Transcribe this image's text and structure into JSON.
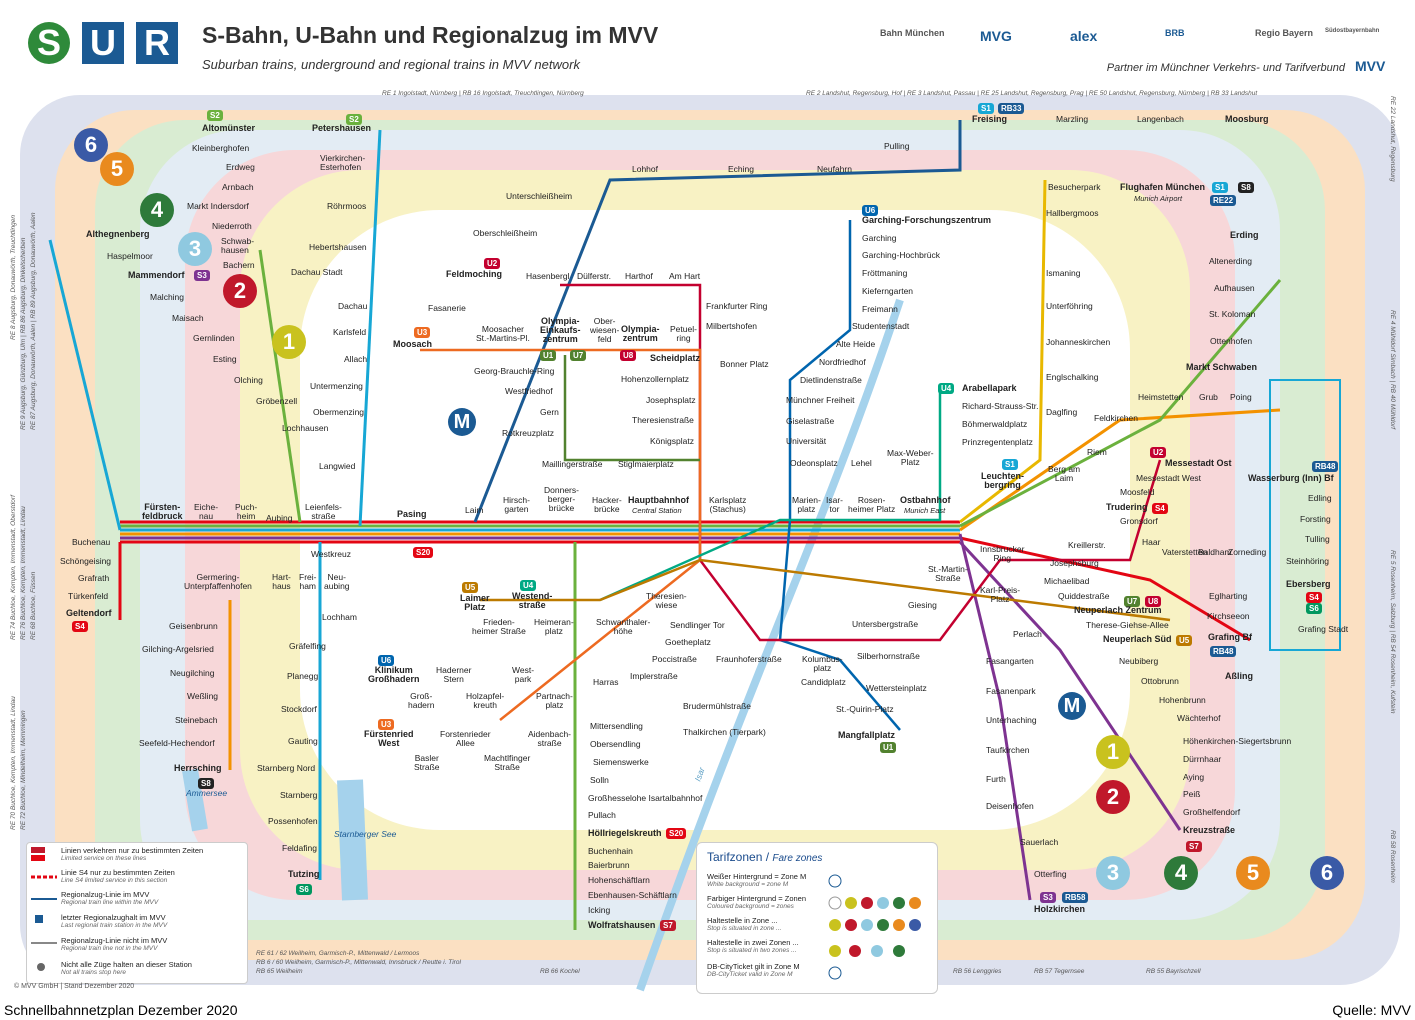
{
  "header": {
    "logo_s": "S",
    "logo_u": "U",
    "logo_r": "R",
    "title": "S-Bahn, U-Bahn und Regionalzug im MVV",
    "subtitle": "Suburban trains, underground and regional trains in MVV network",
    "partner_text": "Partner im Münchner Verkehrs- und Tarifverbund",
    "partners": [
      "Bahn München",
      "MVG",
      "alex",
      "BRB",
      "Regio Bayern",
      "Südostbayernbahn",
      "MVV"
    ],
    "brand_colors": {
      "sbahn": "#2e8a3a",
      "ubahn": "#1b5a93",
      "regio": "#1b5a93"
    }
  },
  "rail_labels": {
    "top_left": "RE 1 Ingolstadt, Nürnberg | RB 16 Ingolstadt, Treuchtlingen, Nürnberg",
    "top_right": "RE 2 Landshut, Regensburg, Hof | RE 3 Landshut, Passau | RE 25 Landshut, Regensburg, Prag | RE 50 Landshut, Regensburg, Nürnberg | RB 33 Landshut",
    "right_1": "RE 22 Landshut, Regensburg",
    "right_2": "RE 4 Mühldorf Simbach | RB 40 Mühldorf",
    "right_3": "RE 5 Rosenheim, Salzburg | RB 54 Rosenheim, Kufstein",
    "right_4": "RB 58 Rosenheim",
    "left_1": "RE 8 Augsburg, Donauwörth, Treuchtlingen",
    "left_2": "RE 9 Augsburg, Günzburg, Ulm | RB 86 Augsburg, Dinkelscherben",
    "left_3": "RE 87 Augsburg, Donauwörth, Aalen | RB 89 Augsburg, Donauwörth, Aalen",
    "left_4": "RE 74 Buchloe, Kempten, Immenstadt, Oberstdorf",
    "left_5": "RE 76 Buchloe, Kempten, Immenstadt, Lindau",
    "left_6": "RE 68 Buchloe, Füssen",
    "left_7": "RE 70 Buchloe, Kempten, Immenstadt, Lindau",
    "left_8": "RE 72 Buchloe, Mindelheim, Memmingen",
    "bottom_1": "RE 61 / 62 Weilheim, Garmisch-P., Mittenwald / Lermoos",
    "bottom_2": "RB 6 / 60 Weilheim, Garmisch-P., Mittenwald, Innsbruck / Reutte i. Tirol",
    "bottom_3": "RB 65 Weilheim",
    "bottom_4": "RB 66 Kochel",
    "bottom_5": "RB 56 Lenggries",
    "bottom_6": "RB 57 Tegernsee",
    "bottom_7": "RB 55 Bayrischzell"
  },
  "zones": [
    "1",
    "2",
    "3",
    "4",
    "5",
    "6"
  ],
  "stations": [
    {
      "name": "Altomünster",
      "bold": true
    },
    {
      "name": "Kleinberghofen"
    },
    {
      "name": "Erdweg"
    },
    {
      "name": "Arnbach"
    },
    {
      "name": "Markt Indersdorf"
    },
    {
      "name": "Niederroth"
    },
    {
      "name": "Schwab-\nhausen"
    },
    {
      "name": "Bachern"
    },
    {
      "name": "Petershausen",
      "bold": true
    },
    {
      "name": "Vierkirchen-\nEsterhofen"
    },
    {
      "name": "Röhrmoos"
    },
    {
      "name": "Hebertshausen"
    },
    {
      "name": "Dachau Stadt"
    },
    {
      "name": "Dachau"
    },
    {
      "name": "Karlsfeld"
    },
    {
      "name": "Allach"
    },
    {
      "name": "Untermenzing"
    },
    {
      "name": "Obermenzing"
    },
    {
      "name": "Althegnenberg",
      "bold": true
    },
    {
      "name": "Haspelmoor"
    },
    {
      "name": "Mammendorf",
      "bold": true
    },
    {
      "name": "Malching"
    },
    {
      "name": "Maisach"
    },
    {
      "name": "Gernlinden"
    },
    {
      "name": "Esting"
    },
    {
      "name": "Olching"
    },
    {
      "name": "Gröbenzell"
    },
    {
      "name": "Lochhausen"
    },
    {
      "name": "Langwied"
    },
    {
      "name": "Unterschleißheim"
    },
    {
      "name": "Oberschleißheim"
    },
    {
      "name": "Feldmoching",
      "bold": true
    },
    {
      "name": "Fasanerie"
    },
    {
      "name": "Moosach",
      "bold": true
    },
    {
      "name": "Lohhof"
    },
    {
      "name": "Eching"
    },
    {
      "name": "Neufahrn"
    },
    {
      "name": "Pulling"
    },
    {
      "name": "Freising",
      "bold": true
    },
    {
      "name": "Marzling"
    },
    {
      "name": "Langenbach"
    },
    {
      "name": "Moosburg",
      "bold": true
    },
    {
      "name": "Besucherpark"
    },
    {
      "name": "Flughafen München",
      "bold": true
    },
    {
      "name": "Munich Airport"
    },
    {
      "name": "Hallbergmoos"
    },
    {
      "name": "Ismaning"
    },
    {
      "name": "Unterföhring"
    },
    {
      "name": "Johanneskirchen"
    },
    {
      "name": "Englschalking"
    },
    {
      "name": "Daglfing"
    },
    {
      "name": "Erding",
      "bold": true
    },
    {
      "name": "Altenerding"
    },
    {
      "name": "Aufhausen"
    },
    {
      "name": "St. Koloman"
    },
    {
      "name": "Ottenhofen"
    },
    {
      "name": "Markt Schwaben",
      "bold": true
    },
    {
      "name": "Heimstetten"
    },
    {
      "name": "Grub"
    },
    {
      "name": "Poing"
    },
    {
      "name": "Feldkirchen"
    },
    {
      "name": "Riem"
    },
    {
      "name": "Messestadt Ost",
      "bold": true
    },
    {
      "name": "Messestadt West"
    },
    {
      "name": "Moosfeld"
    },
    {
      "name": "Trudering",
      "bold": true
    },
    {
      "name": "Gronsdorf"
    },
    {
      "name": "Haar"
    },
    {
      "name": "Vaterstetten"
    },
    {
      "name": "Baldham"
    },
    {
      "name": "Zorneding"
    },
    {
      "name": "Eglharting"
    },
    {
      "name": "Kirchseeon"
    },
    {
      "name": "Grafing Bf",
      "bold": true
    },
    {
      "name": "Grafing Stadt"
    },
    {
      "name": "Ebersberg",
      "bold": true
    },
    {
      "name": "Steinhöring"
    },
    {
      "name": "Tulling"
    },
    {
      "name": "Forsting"
    },
    {
      "name": "Edling"
    },
    {
      "name": "Wasserburg (Inn) Bf",
      "bold": true
    },
    {
      "name": "Aßling",
      "bold": true
    },
    {
      "name": "Garching-Forschungszentrum",
      "bold": true
    },
    {
      "name": "Garching"
    },
    {
      "name": "Garching-Hochbrück"
    },
    {
      "name": "Fröttmaning"
    },
    {
      "name": "Kieferngarten"
    },
    {
      "name": "Freimann"
    },
    {
      "name": "Studentenstadt"
    },
    {
      "name": "Alte Heide"
    },
    {
      "name": "Nordfriedhof"
    },
    {
      "name": "Dietlindenstraße"
    },
    {
      "name": "Münchner Freiheit"
    },
    {
      "name": "Giselastraße"
    },
    {
      "name": "Universität"
    },
    {
      "name": "Odeonsplatz"
    },
    {
      "name": "Lehel"
    },
    {
      "name": "Max-Weber-\nPlatz"
    },
    {
      "name": "Arabellapark",
      "bold": true
    },
    {
      "name": "Richard-Strauss-Str."
    },
    {
      "name": "Böhmerwaldplatz"
    },
    {
      "name": "Prinzregentenplatz"
    },
    {
      "name": "Hasenbergl"
    },
    {
      "name": "Dülferstr."
    },
    {
      "name": "Harthof"
    },
    {
      "name": "Am Hart"
    },
    {
      "name": "Frankfurter Ring"
    },
    {
      "name": "Milbertshofen"
    },
    {
      "name": "Petuel-\nring"
    },
    {
      "name": "Olympia-\nzentrum",
      "bold": true
    },
    {
      "name": "Ober-\nwiesen-\nfeld"
    },
    {
      "name": "Olympia-\nEinkaufs-\nzentrum",
      "bold": true
    },
    {
      "name": "Moosacher\nSt.-Martins-Pl."
    },
    {
      "name": "Scheidplatz",
      "bold": true
    },
    {
      "name": "Hohenzollernplatz"
    },
    {
      "name": "Josephsplatz"
    },
    {
      "name": "Theresienstraße"
    },
    {
      "name": "Königsplatz"
    },
    {
      "name": "Stiglmaierplatz"
    },
    {
      "name": "Bonner Platz"
    },
    {
      "name": "Georg-Brauchle-Ring"
    },
    {
      "name": "Westfriedhof"
    },
    {
      "name": "Gern"
    },
    {
      "name": "Rotkreuzplatz"
    },
    {
      "name": "Maillingerstraße"
    },
    {
      "name": "Leuchten-\nbergring",
      "bold": true
    },
    {
      "name": "Berg am\nLaim"
    },
    {
      "name": "Fürsten-\nfeldbruck",
      "bold": true
    },
    {
      "name": "Eiche-\nnau"
    },
    {
      "name": "Puch-\nheim"
    },
    {
      "name": "Aubing"
    },
    {
      "name": "Leienfels-\nstraße"
    },
    {
      "name": "Pasing",
      "bold": true
    },
    {
      "name": "Laim"
    },
    {
      "name": "Hirsch-\ngarten"
    },
    {
      "name": "Donners-\nberger-\nbrücke"
    },
    {
      "name": "Hacker-\nbrücke"
    },
    {
      "name": "Hauptbahnhof",
      "bold": true
    },
    {
      "name": "Central Station"
    },
    {
      "name": "Karlsplatz\n(Stachus)"
    },
    {
      "name": "Marien-\nplatz"
    },
    {
      "name": "Isar-\ntor"
    },
    {
      "name": "Rosen-\nheimer Platz"
    },
    {
      "name": "Ostbahnhof",
      "bold": true
    },
    {
      "name": "Munich East"
    },
    {
      "name": "Buchenau"
    },
    {
      "name": "Schöngeising"
    },
    {
      "name": "Grafrath"
    },
    {
      "name": "Türkenfeld"
    },
    {
      "name": "Geltendorf",
      "bold": true
    },
    {
      "name": "Westkreuz"
    },
    {
      "name": "Germering-\nUnterpfaffenhofen"
    },
    {
      "name": "Hart-\nhaus"
    },
    {
      "name": "Frei-\nham"
    },
    {
      "name": "Neu-\naubing"
    },
    {
      "name": "Lochham"
    },
    {
      "name": "Gräfelfing"
    },
    {
      "name": "Planegg"
    },
    {
      "name": "Stockdorf"
    },
    {
      "name": "Gauting"
    },
    {
      "name": "Starnberg Nord"
    },
    {
      "name": "Starnberg"
    },
    {
      "name": "Possenhofen"
    },
    {
      "name": "Feldafing"
    },
    {
      "name": "Tutzing",
      "bold": true
    },
    {
      "name": "Geisenbrunn"
    },
    {
      "name": "Gilching-Argelsried"
    },
    {
      "name": "Neugilching"
    },
    {
      "name": "Weßling"
    },
    {
      "name": "Steinebach"
    },
    {
      "name": "Seefeld-Hechendorf"
    },
    {
      "name": "Herrsching",
      "bold": true
    },
    {
      "name": "Ammersee"
    },
    {
      "name": "Starnberger See"
    },
    {
      "name": "Laimer\nPlatz",
      "bold": true
    },
    {
      "name": "Westend-\nstraße",
      "bold": true
    },
    {
      "name": "Frieden-\nheimer Straße"
    },
    {
      "name": "Heimeran-\nplatz"
    },
    {
      "name": "Theresien-\nwiese"
    },
    {
      "name": "Schwanthaler-\nhöhe"
    },
    {
      "name": "Sendlinger Tor"
    },
    {
      "name": "Goetheplatz"
    },
    {
      "name": "Poccistraße"
    },
    {
      "name": "Fraunhoferstraße"
    },
    {
      "name": "Kolumbus-\nplatz"
    },
    {
      "name": "Candidplatz"
    },
    {
      "name": "Wettersteinplatz"
    },
    {
      "name": "St.-Quirin-Platz"
    },
    {
      "name": "Mangfallplatz",
      "bold": true
    },
    {
      "name": "Silberhornstraße"
    },
    {
      "name": "Untersbergstraße"
    },
    {
      "name": "Giesing"
    },
    {
      "name": "St.-Martin-\nStraße"
    },
    {
      "name": "Karl-Preis-\nPlatz"
    },
    {
      "name": "Innsbrucker\nRing"
    },
    {
      "name": "Kreillerstr."
    },
    {
      "name": "Josephsburg"
    },
    {
      "name": "Michaelibad"
    },
    {
      "name": "Quiddestraße"
    },
    {
      "name": "Neuperlach Zentrum",
      "bold": true
    },
    {
      "name": "Therese-Giehse-Allee"
    },
    {
      "name": "Neuperlach Süd",
      "bold": true
    },
    {
      "name": "Perlach"
    },
    {
      "name": "Neubiberg"
    },
    {
      "name": "Ottobrunn"
    },
    {
      "name": "Hohenbrunn"
    },
    {
      "name": "Wächterhof"
    },
    {
      "name": "Höhenkirchen-Siegertsbrunn"
    },
    {
      "name": "Dürrnhaar"
    },
    {
      "name": "Aying"
    },
    {
      "name": "Peiß"
    },
    {
      "name": "Großhelfendorf"
    },
    {
      "name": "Kreuzstraße",
      "bold": true
    },
    {
      "name": "Fasangarten"
    },
    {
      "name": "Fasanenpark"
    },
    {
      "name": "Unterhaching"
    },
    {
      "name": "Taufkirchen"
    },
    {
      "name": "Furth"
    },
    {
      "name": "Deisenhofen"
    },
    {
      "name": "Sauerlach"
    },
    {
      "name": "Otterfing"
    },
    {
      "name": "Holzkirchen",
      "bold": true
    },
    {
      "name": "Klinikum\nGroßhadern",
      "bold": true
    },
    {
      "name": "Haderner\nStern"
    },
    {
      "name": "West-\npark"
    },
    {
      "name": "Groß-\nhadern"
    },
    {
      "name": "Holzapfel-\nkreuth"
    },
    {
      "name": "Partnach-\nplatz"
    },
    {
      "name": "Fürstenried\nWest",
      "bold": true
    },
    {
      "name": "Forstenrieder\nAllee"
    },
    {
      "name": "Aidenbach-\nstraße"
    },
    {
      "name": "Basler\nStraße"
    },
    {
      "name": "Machtlfinger\nStraße"
    },
    {
      "name": "Harras"
    },
    {
      "name": "Implerstraße"
    },
    {
      "name": "Brudermühlstraße"
    },
    {
      "name": "Thalkirchen (Tierpark)"
    },
    {
      "name": "Mittersendling"
    },
    {
      "name": "Obersendling"
    },
    {
      "name": "Siemenswerke"
    },
    {
      "name": "Solln"
    },
    {
      "name": "Großhesselohe Isartalbahnhof"
    },
    {
      "name": "Pullach"
    },
    {
      "name": "Höllriegelskreuth",
      "bold": true
    },
    {
      "name": "Buchenhain"
    },
    {
      "name": "Baierbrunn"
    },
    {
      "name": "Hohenschäftlarn"
    },
    {
      "name": "Ebenhausen-Schäftlarn"
    },
    {
      "name": "Icking"
    },
    {
      "name": "Wolfratshausen",
      "bold": true
    },
    {
      "name": "Isar"
    }
  ],
  "line_badges": [
    "S1",
    "S2",
    "S3",
    "S4",
    "S6",
    "S7",
    "S8",
    "S20",
    "U1",
    "U2",
    "U3",
    "U4",
    "U5",
    "U6",
    "U7",
    "U8",
    "RB33",
    "RB48",
    "RB58",
    "RE22"
  ],
  "legend": {
    "rows": [
      {
        "text": "Linien verkehren nur zu bestimmten Zeiten",
        "en": "Limited service on these lines"
      },
      {
        "text": "Linie S4 nur zu bestimmten Zeiten",
        "en": "Line S4 limited service in this section"
      },
      {
        "text": "Regionalzug-Linie im MVV",
        "en": "Regional train line within the MVV"
      },
      {
        "text": "letzter Regionalzughalt im MVV",
        "en": "Last regional train station in the MVV"
      },
      {
        "text": "Regionalzug-Linie nicht im MVV",
        "en": "Regional train line not in the MVV"
      },
      {
        "text": "Nicht alle Züge halten an dieser Station",
        "en": "Not all trains stop here"
      }
    ]
  },
  "fare": {
    "title": "Tarifzonen",
    "title_en": "Fare zones",
    "rows": [
      {
        "text": "Weißer Hintergrund = Zone M",
        "en": "White background = zone M"
      },
      {
        "text": "Farbiger Hintergrund = Zonen",
        "en": "Coloured background = zones"
      },
      {
        "text": "Haltestelle in Zone ...",
        "en": "Stop is situated in zone ..."
      },
      {
        "text": "Haltestelle in zwei Zonen ...",
        "en": "Stop is situated in two zones ..."
      },
      {
        "text": "DB-CityTicket gilt in Zone M",
        "en": "DB-CityTicket valid in Zone M"
      }
    ]
  },
  "footer": {
    "copyright": "© MVV GmbH | Stand Dezember 2020",
    "left": "Schnellbahnnetzplan Dezember 2020",
    "right": "Quelle: MVV"
  }
}
